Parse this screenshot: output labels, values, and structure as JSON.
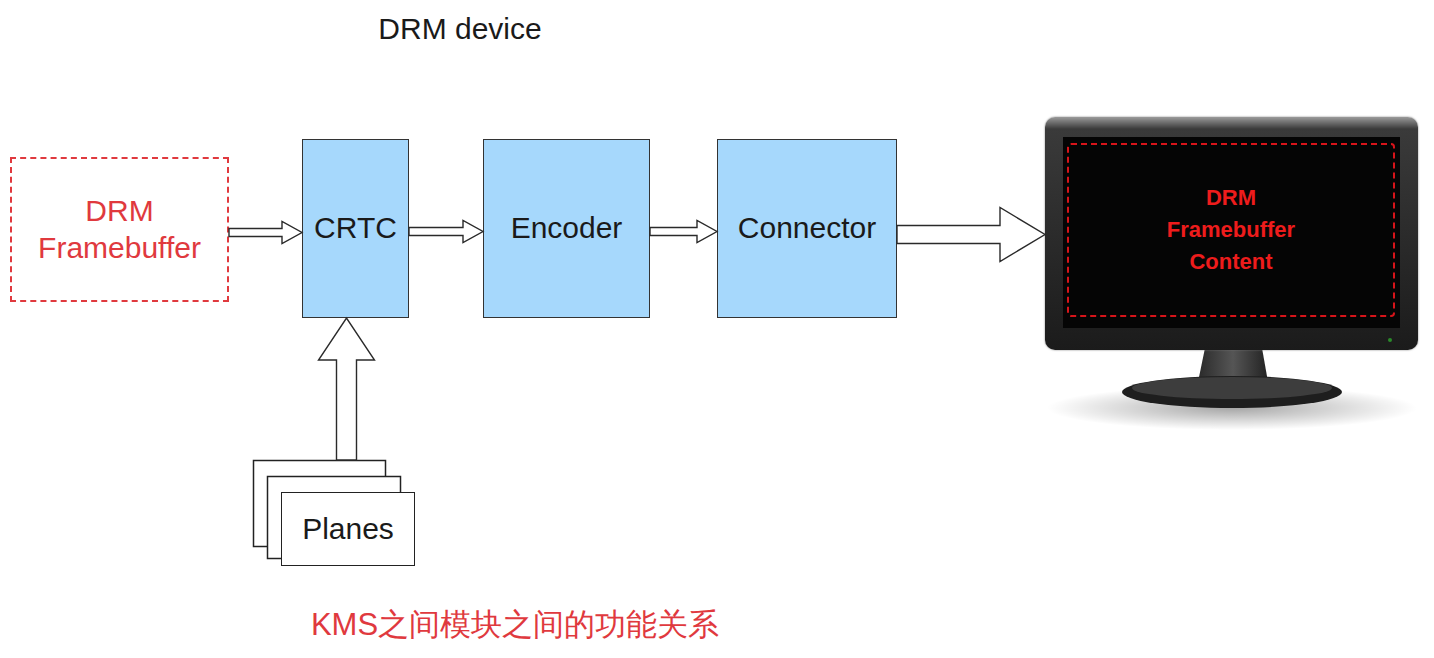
{
  "diagram": {
    "title": "DRM device",
    "caption": "KMS之间模块之间的功能关系",
    "nodes": [
      {
        "text": [
          "DRM Framebuffer"
        ]
      },
      {
        "text": [
          "CRTC"
        ]
      },
      {
        "text": [
          "Encoder"
        ]
      },
      {
        "text": [
          "Connector"
        ]
      },
      {
        "text": [
          "DRM Framebuffer Content"
        ]
      },
      {
        "text": [
          "Planes"
        ]
      }
    ],
    "edges": [
      {
        "from": 0,
        "to": 1,
        "arrow": "to"
      },
      {
        "from": 1,
        "to": 2,
        "arrow": "to"
      },
      {
        "from": 2,
        "to": 3,
        "arrow": "to"
      },
      {
        "from": 3,
        "to": 4,
        "arrow": "to"
      },
      {
        "from": 5,
        "to": 1,
        "arrow": "to"
      }
    ]
  }
}
